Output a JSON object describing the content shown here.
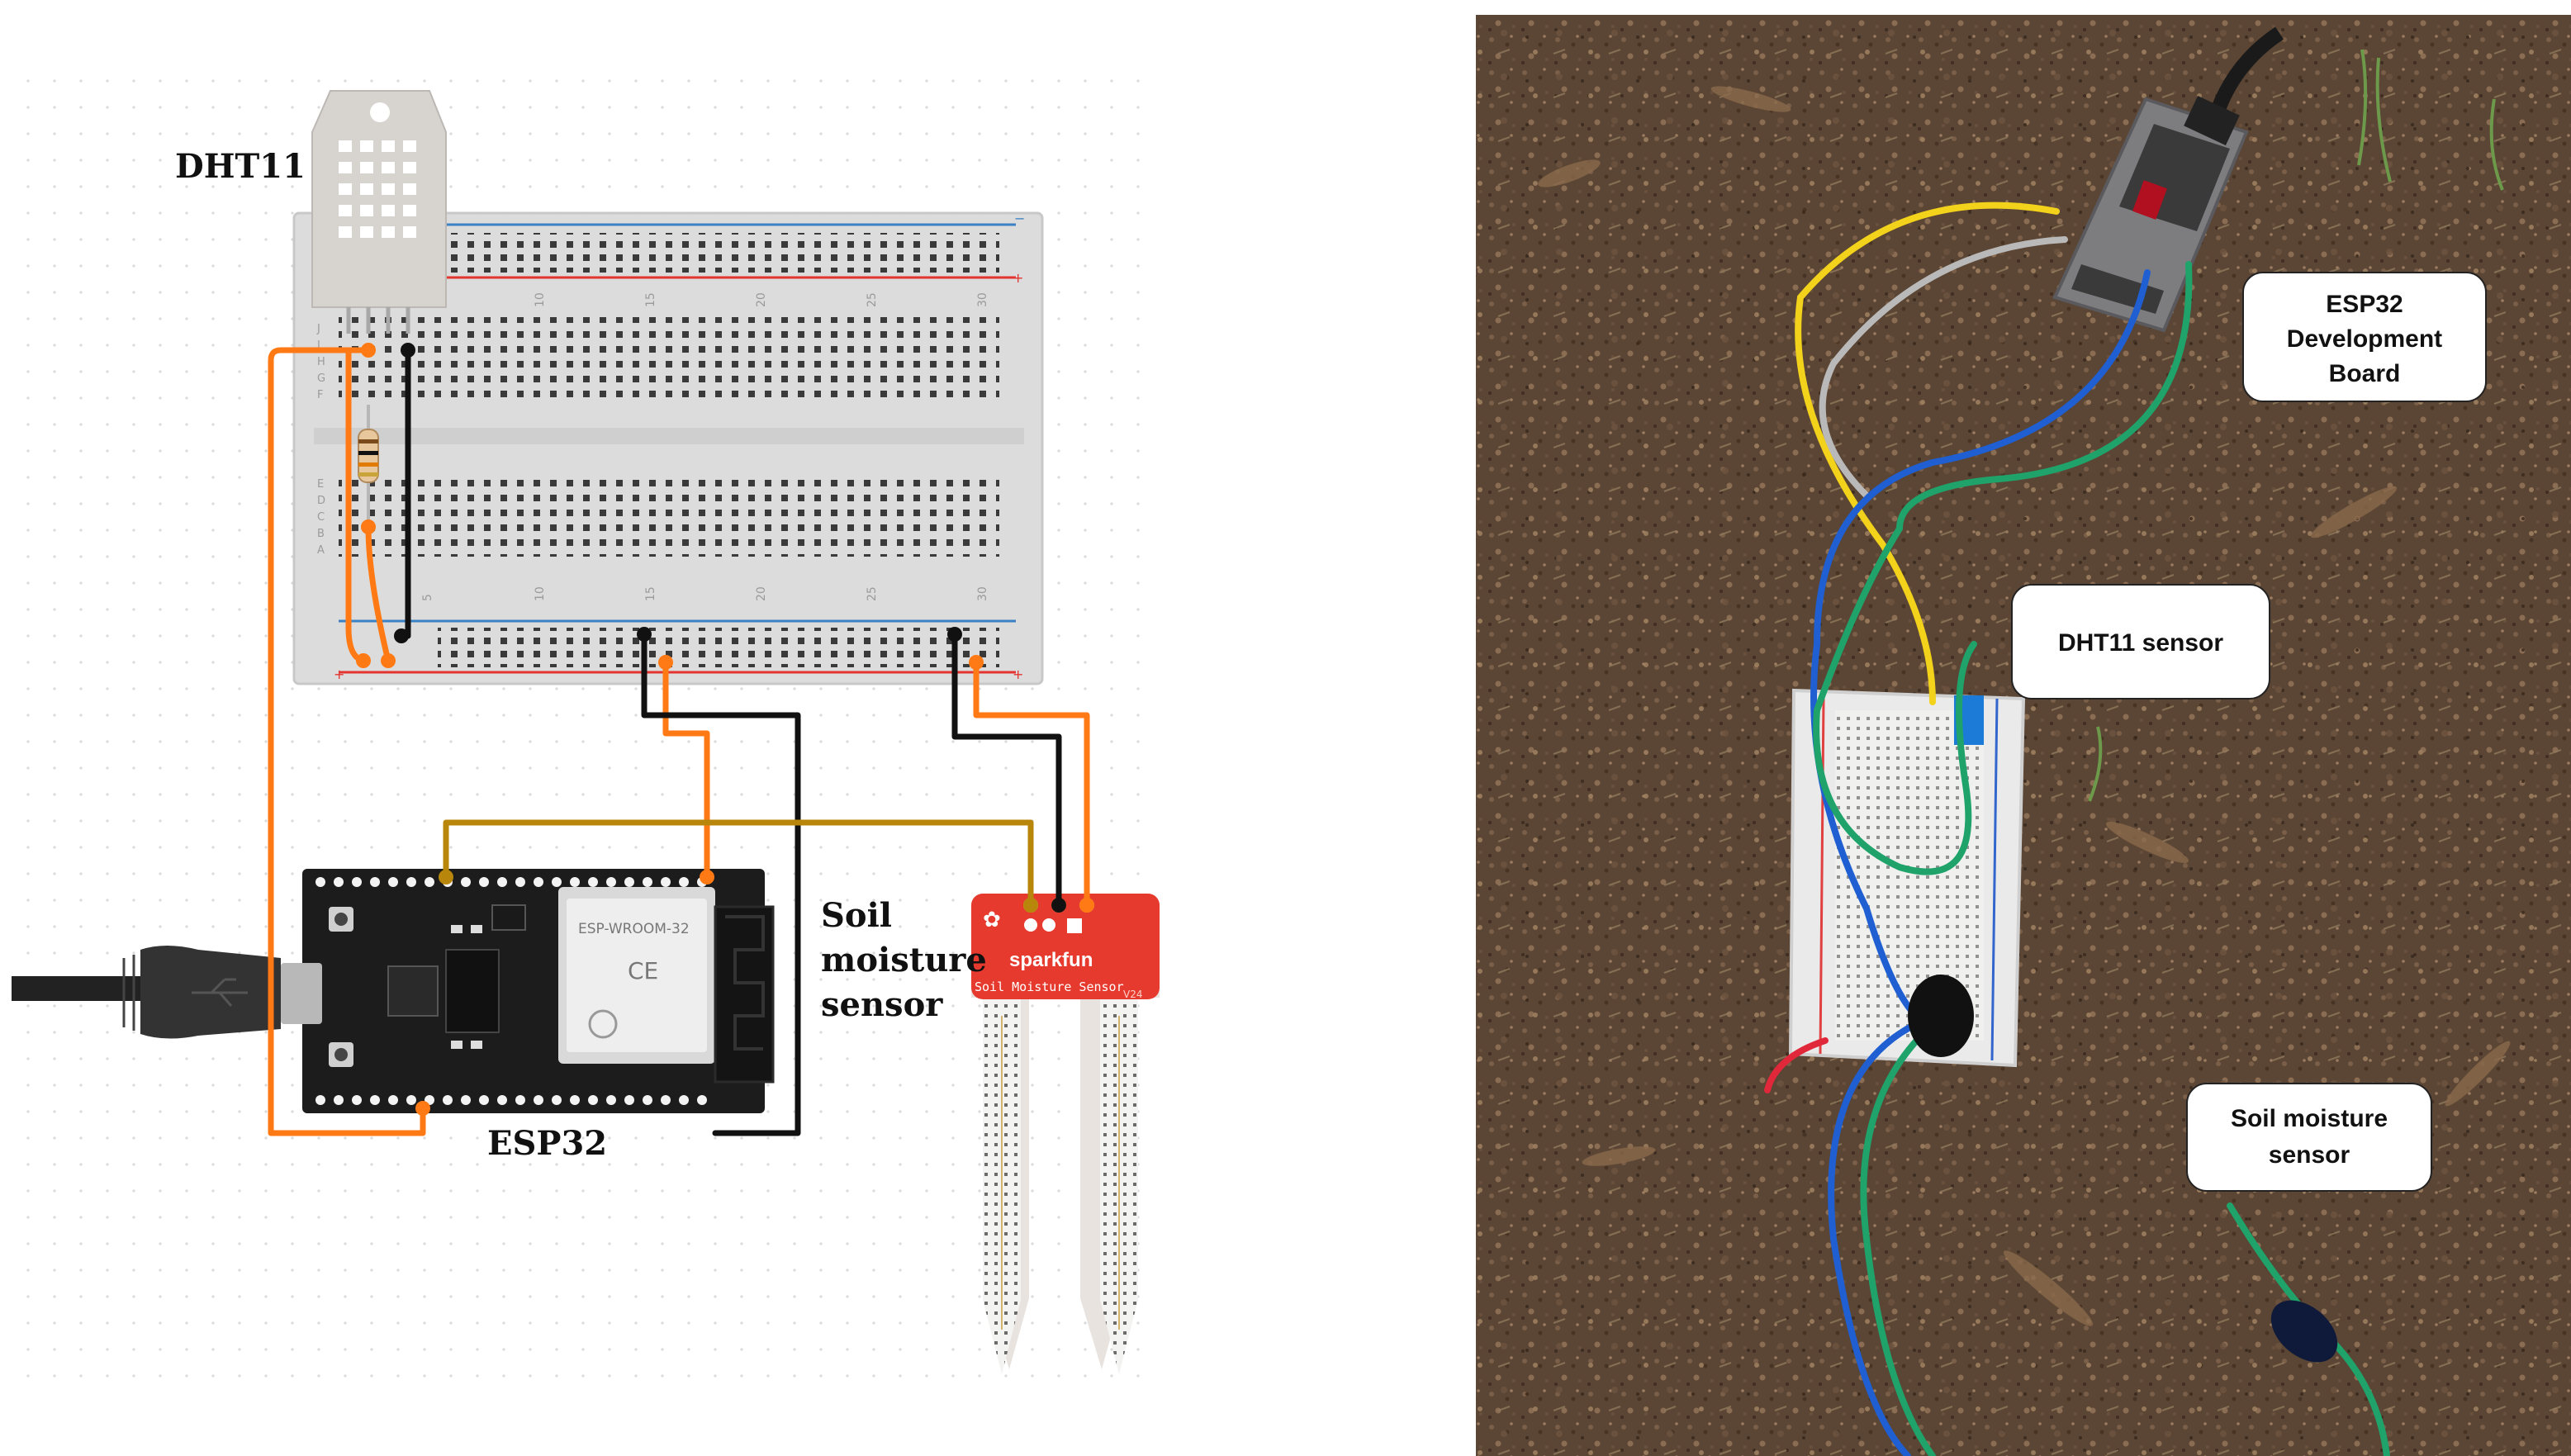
{
  "schematic": {
    "labels": {
      "dht11": "DHT11",
      "soil_line1": "Soil",
      "soil_line2": "moisture",
      "soil_line3": "sensor",
      "esp32": "ESP32"
    },
    "breadboard_numbers": [
      "5",
      "10",
      "15",
      "20",
      "25",
      "30"
    ],
    "breadboard_rows_top": [
      "J",
      "I",
      "H",
      "G",
      "F"
    ],
    "breadboard_rows_bottom": [
      "E",
      "D",
      "C",
      "B",
      "A"
    ],
    "sensor_board": {
      "brand": "sparkfun",
      "title": "Soil Moisture Sensor",
      "version": "V24"
    },
    "esp32_module": {
      "line1": "ESP-WROOM-32",
      "line2": "CE"
    },
    "wire_colors": {
      "signal": "#ff7a14",
      "ground": "#111111",
      "data": "#b8860b",
      "rail_blue": "#3b82c4",
      "rail_red": "#e3342f"
    }
  },
  "photo": {
    "callouts": {
      "esp32_line1": "ESP32",
      "esp32_line2": "Development",
      "esp32_line3": "Board",
      "dht11": "DHT11 sensor",
      "soil_line1": "Soil moisture",
      "soil_line2": "sensor"
    },
    "wire_colors": {
      "yellow": "#f2d21b",
      "grey": "#b9b9b9",
      "green": "#1fa36a",
      "blue": "#1f5fd1",
      "red": "#e0283a"
    }
  }
}
